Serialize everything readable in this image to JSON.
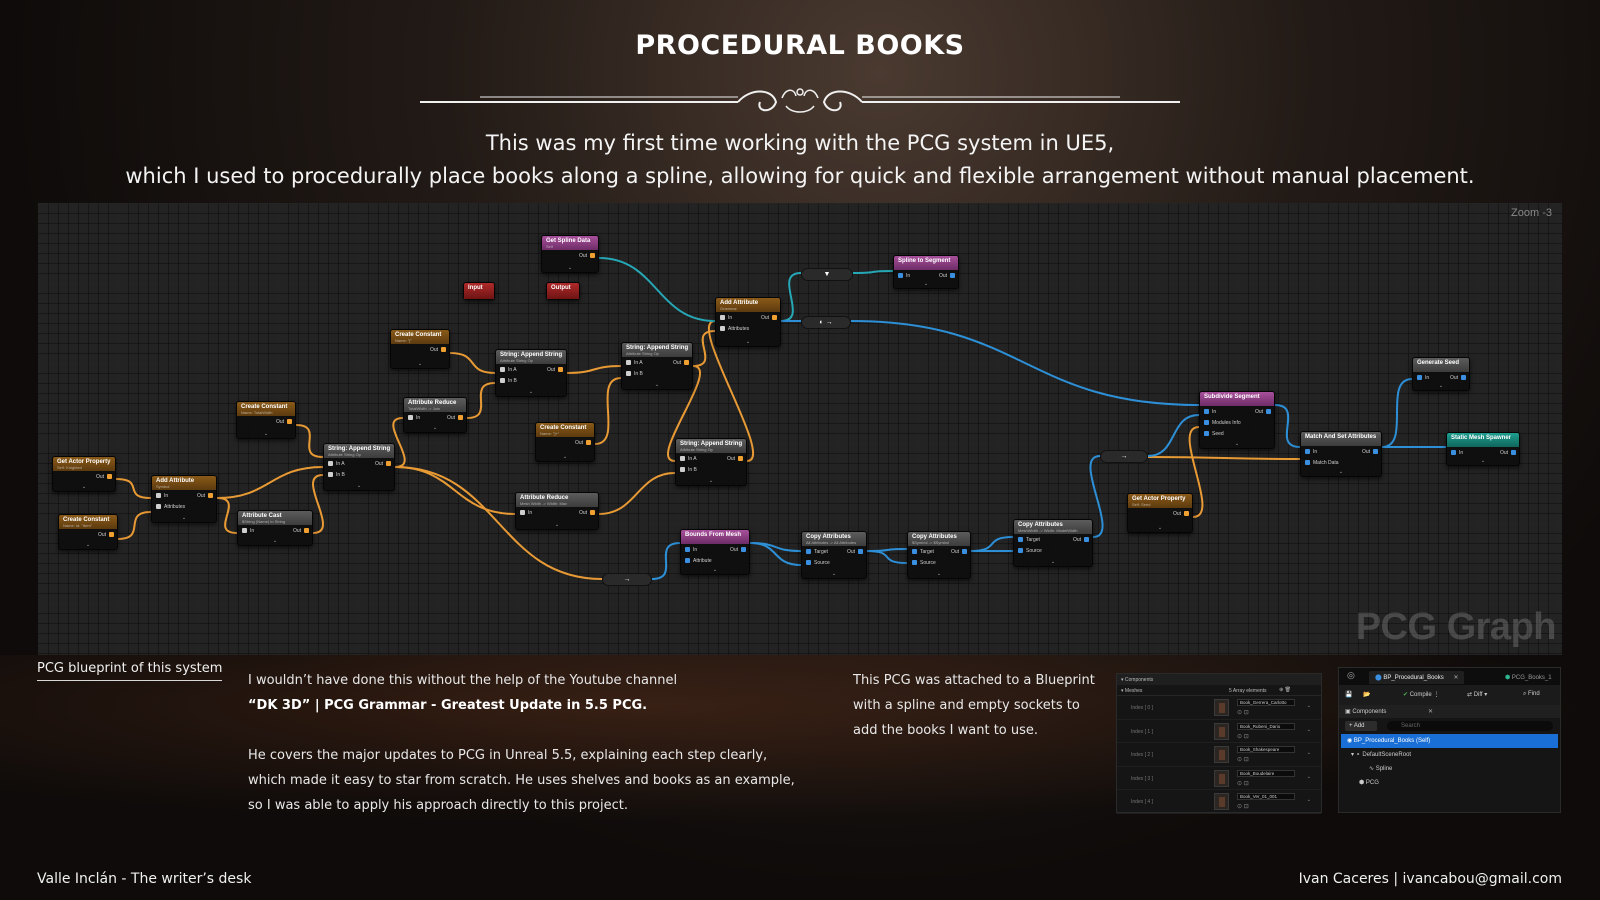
{
  "header": {
    "title": "PROCEDURAL BOOKS",
    "subtitle_line1": "This was my first time working with the PCG system in UE5,",
    "subtitle_line2": "which I used to procedurally place books along a spline, allowing for quick and flexible arrangement without manual placement."
  },
  "graph": {
    "zoom_label": "Zoom -3",
    "watermark": "PCG Graph",
    "nodes": [
      {
        "id": "get-actor-property-1",
        "title": "Get Actor Property",
        "subtitle": "Self: Knighted",
        "color": "orange",
        "pins": [
          "Out"
        ]
      },
      {
        "id": "create-constant-1",
        "title": "Create Constant",
        "subtitle": "Name: Id: \"Item\"",
        "color": "orange",
        "pins": [
          "Out"
        ]
      },
      {
        "id": "add-attribute-1",
        "title": "Add Attribute",
        "subtitle": "Symbol",
        "color": "orange",
        "pins": [
          "In",
          "Out",
          "Attributes"
        ]
      },
      {
        "id": "attribute-cast-1",
        "title": "Attribute Cast",
        "subtitle": "$String (Name) to String",
        "color": "grey",
        "pins": [
          "In",
          "Out"
        ]
      },
      {
        "id": "create-constant-2",
        "title": "Create Constant",
        "subtitle": "Name: TotalWidth",
        "color": "orange",
        "pins": [
          "Out"
        ]
      },
      {
        "id": "string-append-1",
        "title": "String: Append String",
        "subtitle": "Attribute String Op",
        "color": "grey",
        "pins": [
          "In A",
          "In B",
          "Out"
        ]
      },
      {
        "id": "attribute-reduce-1",
        "title": "Attribute Reduce",
        "subtitle": "TotalWidth -> Join",
        "color": "grey",
        "pins": [
          "In",
          "Out"
        ]
      },
      {
        "id": "create-constant-3",
        "title": "Create Constant",
        "subtitle": "Name: \"[\"",
        "color": "orange",
        "pins": [
          "Out"
        ]
      },
      {
        "id": "string-append-2",
        "title": "String: Append String",
        "subtitle": "Attribute String Op",
        "color": "grey",
        "pins": [
          "In A",
          "In B",
          "Out"
        ]
      },
      {
        "id": "input",
        "title": "Input",
        "subtitle": "",
        "color": "red",
        "pins": []
      },
      {
        "id": "output",
        "title": "Output",
        "subtitle": "",
        "color": "red",
        "pins": []
      },
      {
        "id": "get-spline-data",
        "title": "Get Spline Data",
        "subtitle": "Self",
        "color": "pink",
        "pins": [
          "Out"
        ]
      },
      {
        "id": "create-constant-4",
        "title": "Create Constant",
        "subtitle": "Name: \"]+\"",
        "color": "orange",
        "pins": [
          "Out"
        ]
      },
      {
        "id": "string-append-3",
        "title": "String: Append String",
        "subtitle": "Attribute String Op",
        "color": "grey",
        "pins": [
          "In A",
          "In B",
          "Out"
        ]
      },
      {
        "id": "attribute-reduce-2",
        "title": "Attribute Reduce",
        "subtitle": "Mesh Width -> Width: Max",
        "color": "grey",
        "pins": [
          "In",
          "Out"
        ]
      },
      {
        "id": "string-append-4",
        "title": "String: Append String",
        "subtitle": "Attribute String Op",
        "color": "grey",
        "pins": [
          "In A",
          "In B",
          "Out"
        ]
      },
      {
        "id": "add-attribute-2",
        "title": "Add Attribute",
        "subtitle": "Grammar",
        "color": "orange",
        "pins": [
          "In",
          "Out",
          "Attributes"
        ]
      },
      {
        "id": "spline-to-segment",
        "title": "Spline to Segment",
        "subtitle": "",
        "color": "pink",
        "pins": [
          "In",
          "Out"
        ]
      },
      {
        "id": "bounds-from-mesh",
        "title": "Bounds From Mesh",
        "subtitle": "",
        "color": "pink",
        "pins": [
          "In",
          "Out",
          "Attribute"
        ]
      },
      {
        "id": "copy-attributes-1",
        "title": "Copy Attributes",
        "subtitle": "All Attributes -> All Attributes",
        "color": "grey",
        "pins": [
          "Target",
          "Out",
          "Source"
        ]
      },
      {
        "id": "copy-attributes-2",
        "title": "Copy Attributes",
        "subtitle": "$Symbol -> $Symbol",
        "color": "grey",
        "pins": [
          "Target",
          "Out",
          "Source"
        ]
      },
      {
        "id": "copy-attributes-3",
        "title": "Copy Attributes",
        "subtitle": "MeshWidth -> Width: ModelWidth",
        "color": "grey",
        "pins": [
          "Target",
          "Out",
          "Source"
        ]
      },
      {
        "id": "get-actor-property-2",
        "title": "Get Actor Property",
        "subtitle": "Self: Seed",
        "color": "orange",
        "pins": [
          "Out"
        ]
      },
      {
        "id": "subdivide-segment",
        "title": "Subdivide Segment",
        "subtitle": "",
        "color": "pink",
        "pins": [
          "In",
          "Out",
          "Modules Info",
          "Seed"
        ]
      },
      {
        "id": "match-and-set-attributes",
        "title": "Match And Set Attributes",
        "subtitle": "",
        "color": "grey",
        "pins": [
          "In",
          "Out",
          "Match Data"
        ]
      },
      {
        "id": "generate-seed",
        "title": "Generate Seed",
        "subtitle": "",
        "color": "grey",
        "pins": [
          "In",
          "Out"
        ]
      },
      {
        "id": "static-mesh-spawner",
        "title": "Static Mesh Spawner",
        "subtitle": "",
        "color": "teal",
        "pins": [
          "In",
          "Out"
        ]
      }
    ]
  },
  "caption": {
    "label": "PCG blueprint of this system",
    "para1_line1": "I wouldn’t have done this without the help of the Youtube channel",
    "para1_line2": "“DK 3D” | PCG Grammar - Greatest Update in 5.5 PCG.",
    "para2_line1": "He covers the major updates to PCG in Unreal 5.5, explaining each step clearly,",
    "para2_line2": "which made it easy to star from scratch. He uses shelves and books as an example,",
    "para2_line3": "so I was able to apply his approach directly to this project.",
    "para3_line1": "This PCG was attached to a Blueprint",
    "para3_line2": "with a spline and empty sockets to",
    "para3_line3": "add the books I want to use."
  },
  "components_panel": {
    "header": "Components",
    "meshes_label": "Meshes",
    "array_count": "5 Array elements",
    "rows": [
      {
        "index": "Index [ 0 ]",
        "value": "Book_Gerrera_Carlotto"
      },
      {
        "index": "Index [ 1 ]",
        "value": "Book_Rubeni_Dario"
      },
      {
        "index": "Index [ 2 ]",
        "value": "Book_Shakespeare"
      },
      {
        "index": "Index [ 3 ]",
        "value": "Book_Boudelaire"
      },
      {
        "index": "Index [ 4 ]",
        "value": "Book_Ver_01_001"
      }
    ]
  },
  "blueprint_panel": {
    "tab_active": "BP_Procedural_Books",
    "tab_other": "PCG_Books_1",
    "compile_label": "Compile",
    "diff_label": "Diff",
    "find_label": "Find",
    "components_title": "Components",
    "add_label": "+ Add",
    "search_placeholder": "Search",
    "tree": [
      {
        "label": "BP_Procedural_Books (Self)",
        "selected": true
      },
      {
        "label": "DefaultSceneRoot",
        "selected": false
      },
      {
        "label": "Spline",
        "selected": false
      },
      {
        "label": "PCG",
        "selected": false
      }
    ]
  },
  "footer": {
    "left": "Valle Inclán - The writer’s desk",
    "right": "Ivan Caceres | ivancabou@gmail.com"
  },
  "colors": {
    "wire_orange": "#e89a35",
    "wire_blue": "#2d8fd6",
    "wire_teal": "#26a7b5",
    "header_orange": "#8a5a18",
    "header_pink": "#a8509c",
    "header_red": "#b02a2a",
    "header_teal": "#1e9e90",
    "selection_blue": "#1a6fd6"
  }
}
